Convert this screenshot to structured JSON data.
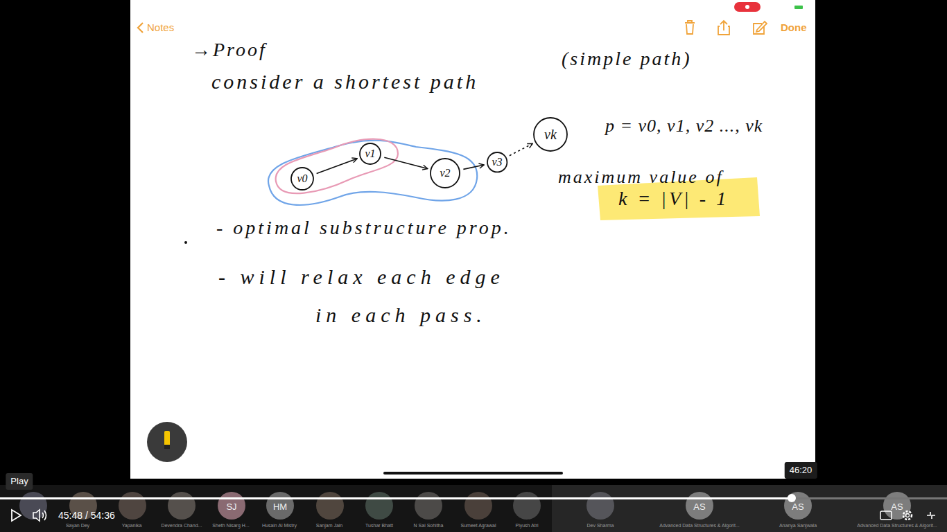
{
  "diagram": {
    "nodes": [
      {
        "text": [
          "v0"
        ]
      },
      {
        "text": [
          "v1"
        ]
      },
      {
        "text": [
          "v2"
        ]
      },
      {
        "text": [
          "v3"
        ]
      },
      {
        "text": [
          "vk"
        ]
      }
    ],
    "edges": [
      {
        "from": 0,
        "to": 1,
        "arrow": "to"
      },
      {
        "from": 1,
        "to": 2,
        "arrow": "to"
      },
      {
        "from": 2,
        "to": 3,
        "arrow": "to"
      },
      {
        "from": 3,
        "to": 4,
        "arrow": "to"
      }
    ],
    "labels": [
      "Notes",
      "Done",
      "→Proof",
      "consider a shortest path",
      "(simple path)",
      "p = v0, v1, v2 ..., vk",
      "maximum value of",
      "k = |V| - 1",
      "- optimal substructure prop.",
      "- will relax each edge in each pass.",
      "46:20",
      "Play",
      "45:48 / 54:36",
      "SJ",
      "HM",
      "AS",
      "AS",
      "AS",
      "Sayan Dey",
      "Yapanika",
      "Devendra Chand...",
      "Sheth Nisarg H...",
      "Husain Al Mistry",
      "Sanjam Jain",
      "Tushar Bhatt",
      "N Sai Sohitha",
      "Sumeet Agrawal",
      "Piyush Atri",
      "Dev Sharma",
      "Advanced Data Structures & Algorit...",
      "Ananya Sanjwala",
      "Advanced Data Structures & Algorit..."
    ]
  }
}
